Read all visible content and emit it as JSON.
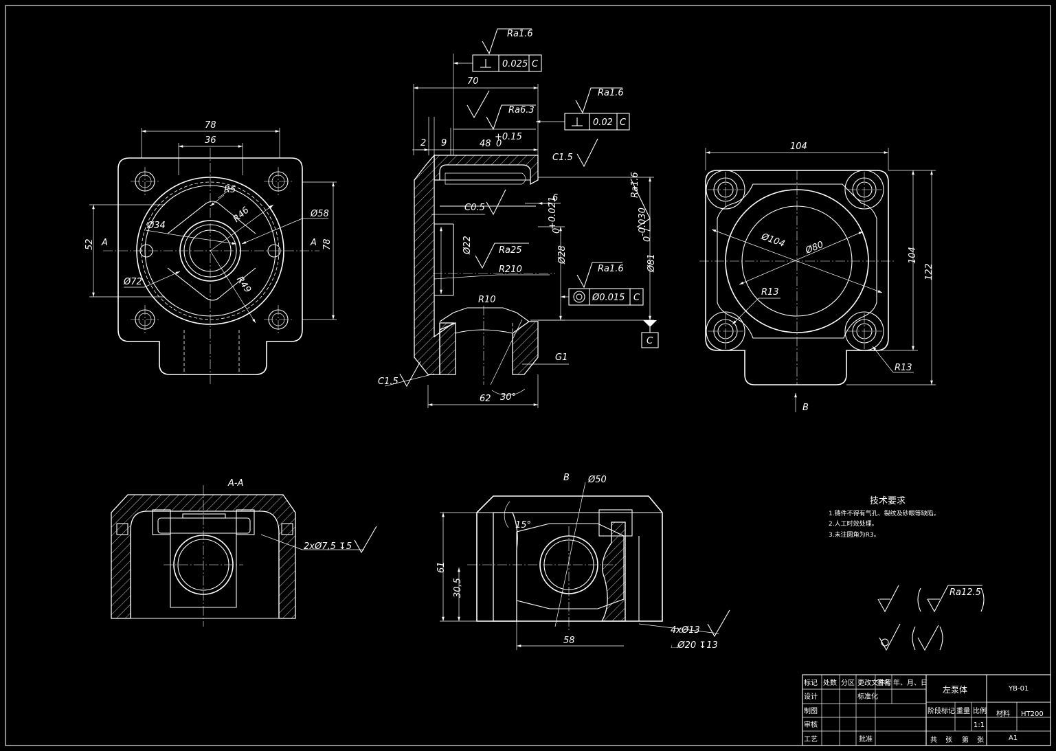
{
  "front_view": {
    "label_left": "A",
    "label_right": "A",
    "dims": [
      "78",
      "36",
      "R5",
      "R46",
      "Ø34",
      "Ø58",
      "Ø72",
      "R49",
      "52",
      "78"
    ]
  },
  "section_view": {
    "dims": [
      "70",
      "2",
      "9",
      "48",
      "+0.15",
      "0",
      "C1.5",
      "6",
      "C0.5",
      "Ø22",
      "R210",
      "R10",
      "62",
      "30°",
      "G1",
      "C1.5",
      "Ø28",
      "+0.021",
      "0",
      "Ø81",
      "-0.030",
      "0",
      "Ra1.6"
    ],
    "roughness": [
      "Ra1.6",
      "Ra1.6",
      "Ra6.3",
      "Ra25",
      "Ra1.6"
    ],
    "tol_perp_1": "0.025",
    "tol_perp_2": "0.02",
    "tol_conc": "Ø0.015",
    "datum": "C"
  },
  "right_view": {
    "dims": [
      "104",
      "Ø104",
      "Ø80",
      "104",
      "122",
      "R13",
      "R13"
    ],
    "view_label": "B"
  },
  "section_aa": {
    "title": "A-A",
    "note": "2xØ7,5 ↧5"
  },
  "view_b": {
    "title": "B",
    "dims": [
      "Ø50",
      "15°",
      "61",
      "30,5",
      "58"
    ],
    "note1": "4xØ13",
    "note2": "⌴Ø20 ↧13"
  },
  "tech_req": {
    "title": "技术要求",
    "items": [
      "1.铸件不得有气孔、裂纹及砂眼等缺陷。",
      "2.人工时效处理。",
      "3.未注圆角为R3。"
    ]
  },
  "roughness_legend": {
    "ra": "Ra12.5"
  },
  "title_block": {
    "part_name": "左泵体",
    "drawing_no": "YB-01",
    "material_label": "材料",
    "material": "HT200",
    "scale": "1:1",
    "sheet_size": "A1",
    "cells": [
      "标记",
      "处数",
      "分区",
      "更改文件号",
      "签名",
      "年、月、日",
      "设计",
      "标准化",
      "制图",
      "审核",
      "工艺",
      "批准",
      "阶段标记",
      "重量",
      "比例",
      "共",
      "张",
      "第",
      "张"
    ]
  }
}
